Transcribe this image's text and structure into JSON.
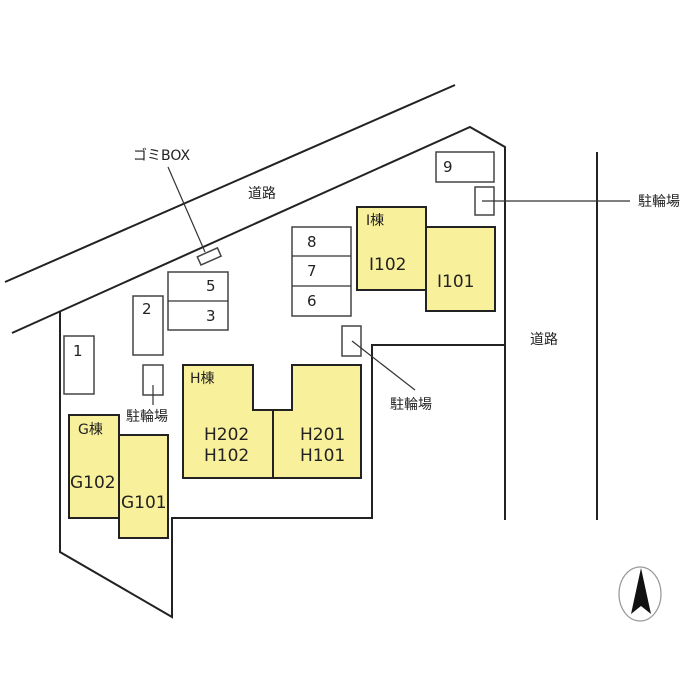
{
  "roads": {
    "north_label": "道路",
    "east_label": "道路"
  },
  "garbage": {
    "label": "ゴミBOX"
  },
  "bike_parking": {
    "label_east": "駐輪場",
    "label_center": "駐輪場",
    "label_west": "駐輪場"
  },
  "parking_spaces": [
    "1",
    "2",
    "3",
    "5",
    "6",
    "7",
    "8",
    "9"
  ],
  "buildings": {
    "g": {
      "name": "G棟",
      "units": [
        "G102",
        "G101"
      ]
    },
    "h": {
      "name": "H棟",
      "units_left": [
        "H202",
        "H102"
      ],
      "units_right": [
        "H201",
        "H101"
      ]
    },
    "i": {
      "name": "I棟",
      "units": [
        "I102",
        "I101"
      ]
    }
  },
  "colors": {
    "building_fill": "#f8f09a",
    "line": "#222222"
  },
  "compass": {
    "icon": "north-arrow-icon"
  }
}
